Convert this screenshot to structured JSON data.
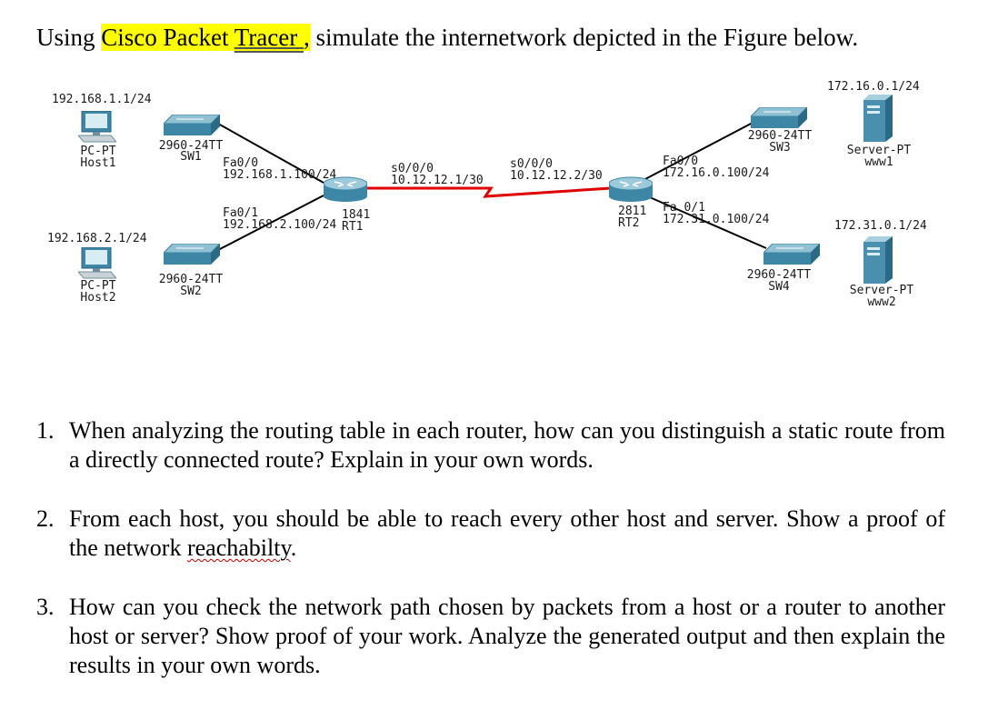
{
  "intro": {
    "prefix": "Using ",
    "highlight_a": "Cisco Packet ",
    "highlight_b": "Tracer ",
    "highlight_comma": ",",
    "suffix": " simulate the internetwork depicted in the Figure below."
  },
  "diagram": {
    "host1": {
      "ip": "192.168.1.1/24",
      "type": "PC-PT",
      "name": "Host1"
    },
    "host2": {
      "ip": "192.168.2.1/24",
      "type": "PC-PT",
      "name": "Host2"
    },
    "sw1": {
      "model": "2960-24TT",
      "name": "SW1"
    },
    "sw2": {
      "model": "2960-24TT",
      "name": "SW2"
    },
    "sw3": {
      "model": "2960-24TT",
      "name": "SW3"
    },
    "sw4": {
      "model": "2960-24TT",
      "name": "SW4"
    },
    "rt1": {
      "model": "1841",
      "name": "RT1",
      "fa00": "Fa0/0",
      "fa00_ip": "192.168.1.100/24",
      "fa01": "Fa0/1",
      "fa01_ip": "192.168.2.100/24",
      "s000": "s0/0/0",
      "s000_ip": "10.12.12.1/30"
    },
    "rt2": {
      "model": "2811",
      "name": "RT2",
      "fa00": "Fa0/0",
      "fa00_ip": "172.16.0.100/24",
      "fa01": "Fa 0/1",
      "fa01_ip": "172.31.0.100/24",
      "s000": "s0/0/0",
      "s000_ip": "10.12.12.2/30"
    },
    "www1": {
      "ip": "172.16.0.1/24",
      "type": "Server-PT",
      "name": "www1"
    },
    "www2": {
      "ip": "172.31.0.1/24",
      "type": "Server-PT",
      "name": "www2"
    },
    "colors": {
      "serial_link": "#e00000",
      "ethernet_link": "#000000",
      "device_blue": "#3d86a6"
    }
  },
  "questions": [
    {
      "num": "1.",
      "text": "When analyzing the routing table in each router, how can you distinguish a static route from a directly connected route? Explain in your own words."
    },
    {
      "num": "2.",
      "text_a": "From each host, you should be able to reach every other host and server. Show a proof of the network ",
      "text_b": "reachabilty",
      "text_c": "."
    },
    {
      "num": "3.",
      "text": "How can you check the network path chosen by packets from a host or a router to another host or server? Show proof of your work. Analyze the generated output and then explain the results in your own words."
    }
  ]
}
